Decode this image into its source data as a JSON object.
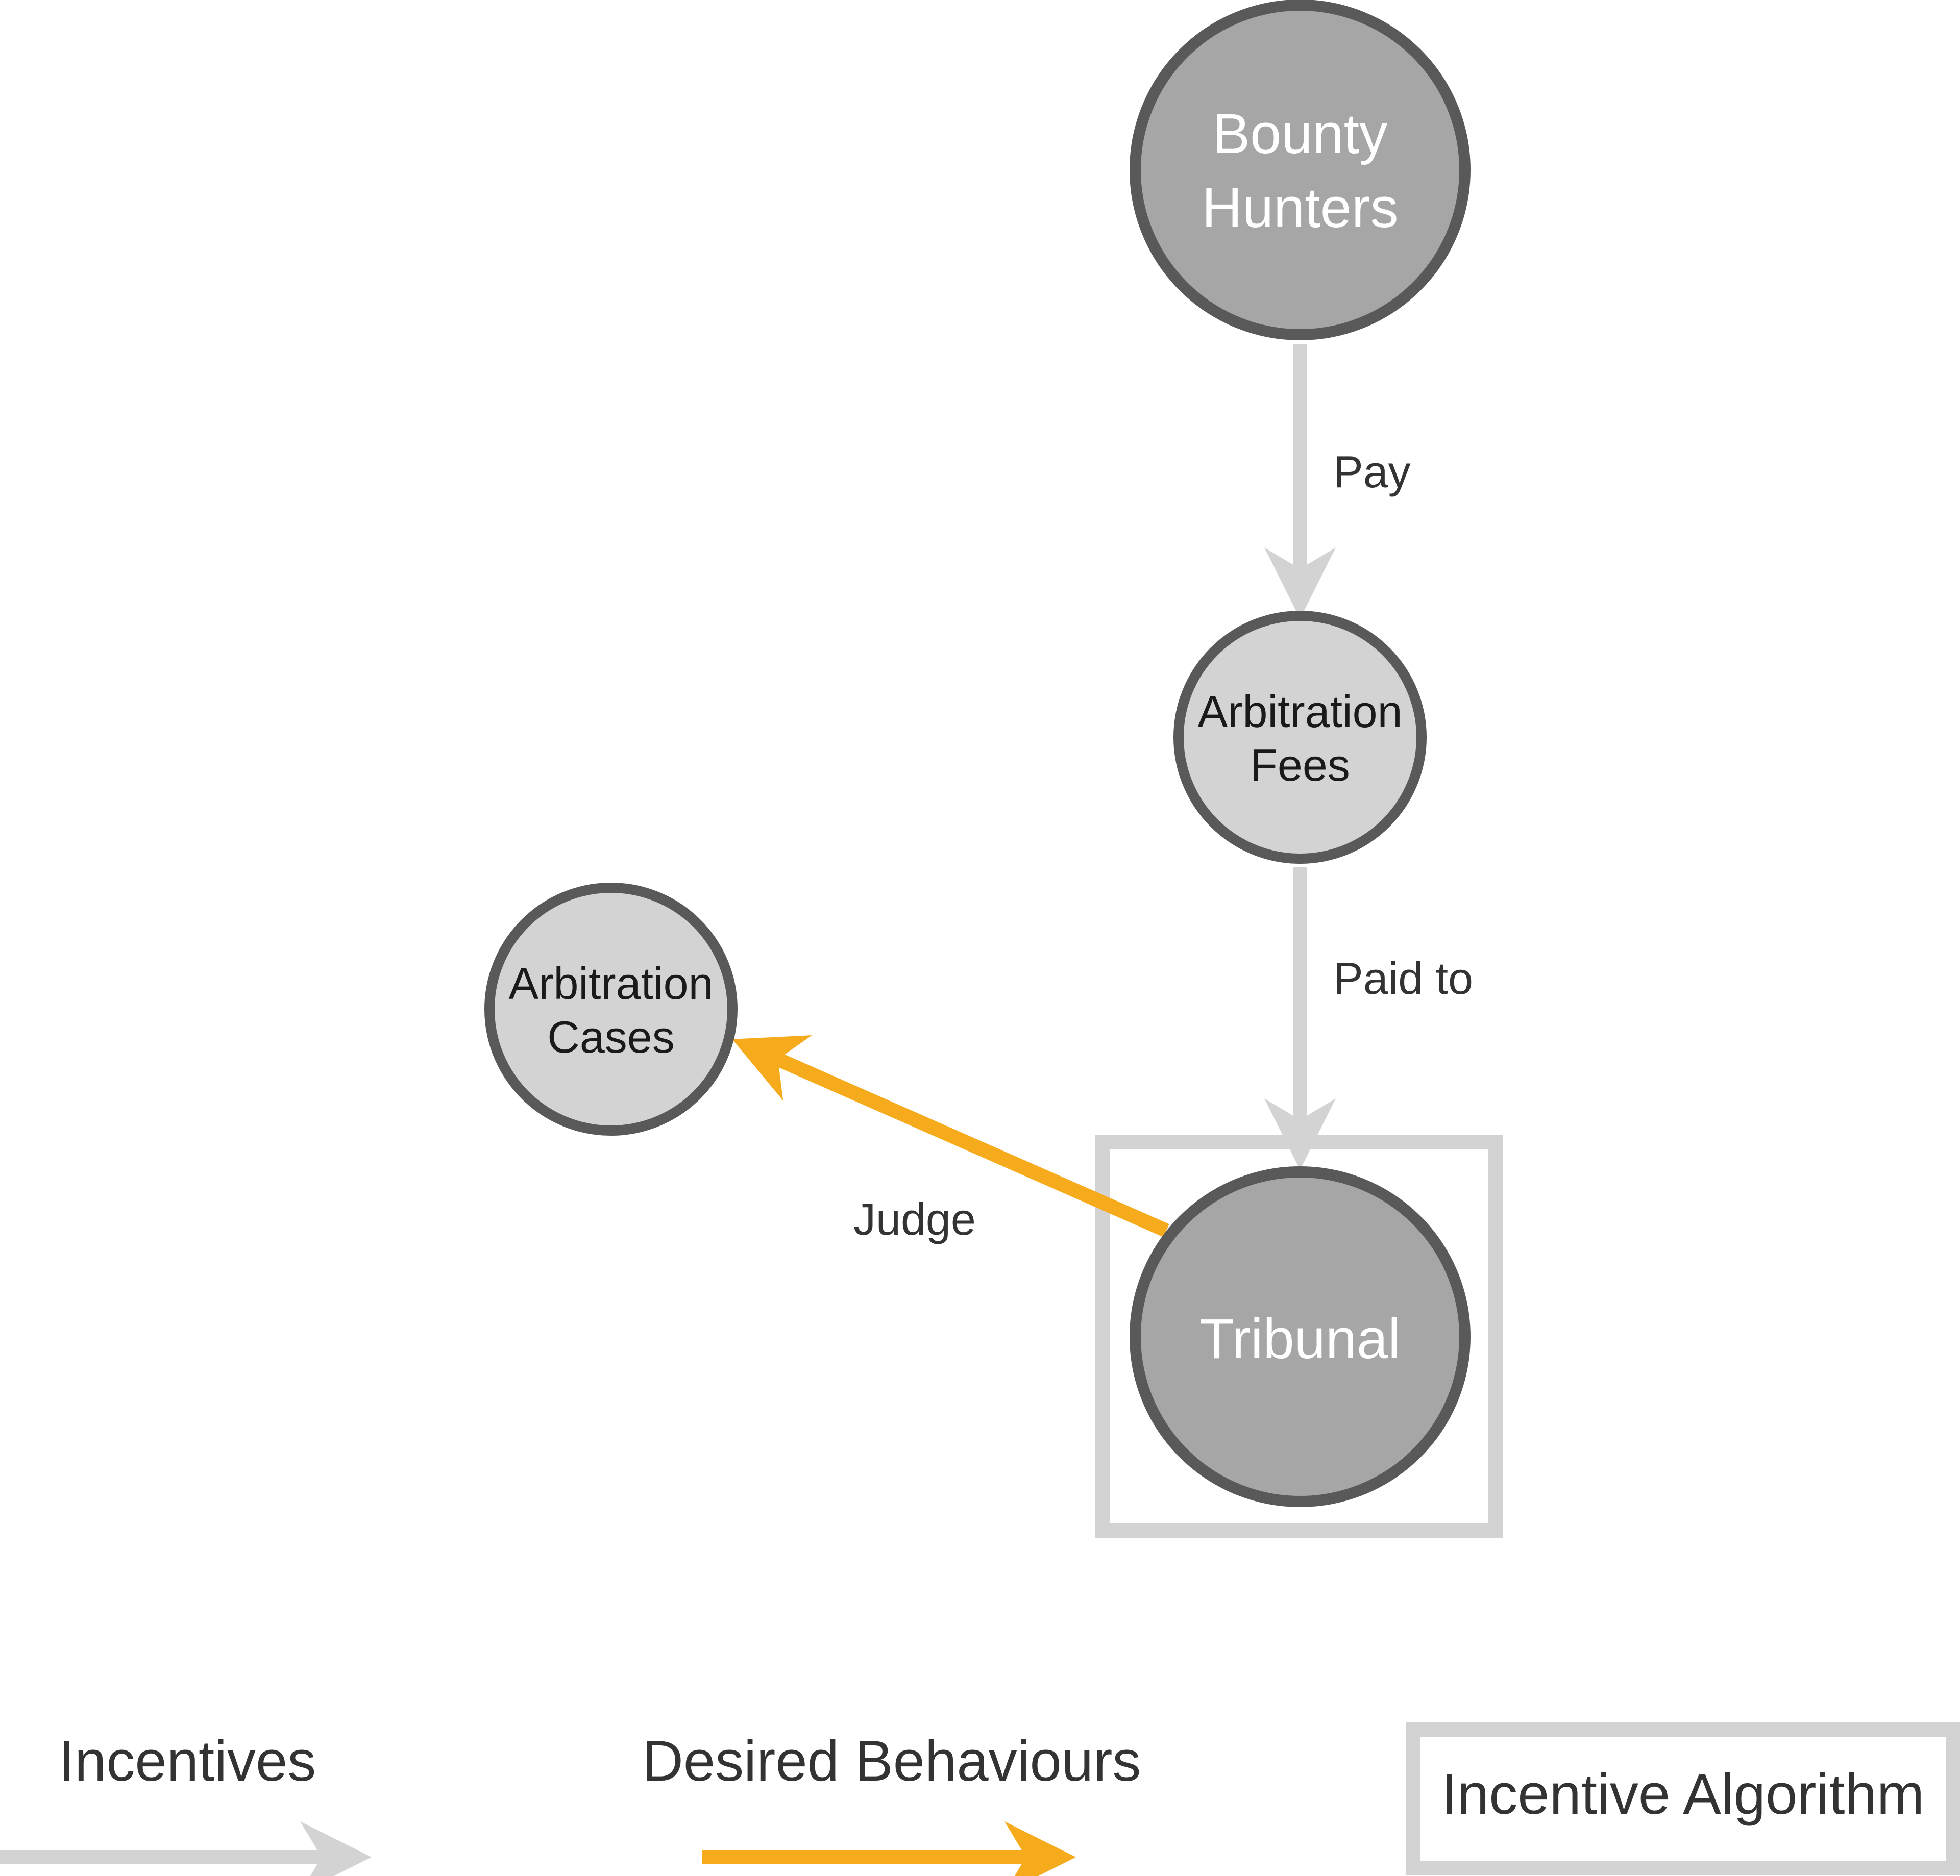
{
  "nodes": {
    "bounty_hunters": {
      "line1": "Bounty",
      "line2": "Hunters"
    },
    "arbitration_fees": {
      "line1": "Arbitration",
      "line2": "Fees"
    },
    "arbitration_cases": {
      "line1": "Arbitration",
      "line2": "Cases"
    },
    "tribunal": {
      "label": "Tribunal"
    }
  },
  "edges": {
    "pay": "Pay",
    "paid_to": "Paid to",
    "judge": "Judge"
  },
  "legend": {
    "incentives": "Incentives",
    "desired_behaviours": "Desired Behaviours",
    "incentive_algorithm": "Incentive Algorithm"
  },
  "colors": {
    "incentive_arrow": "#d3d3d3",
    "desired_arrow": "#f5ab1b",
    "node_dark_fill": "#a6a6a6",
    "node_light_fill": "#d3d3d3",
    "node_stroke": "#595959",
    "algorithm_box": "#d3d3d3"
  }
}
